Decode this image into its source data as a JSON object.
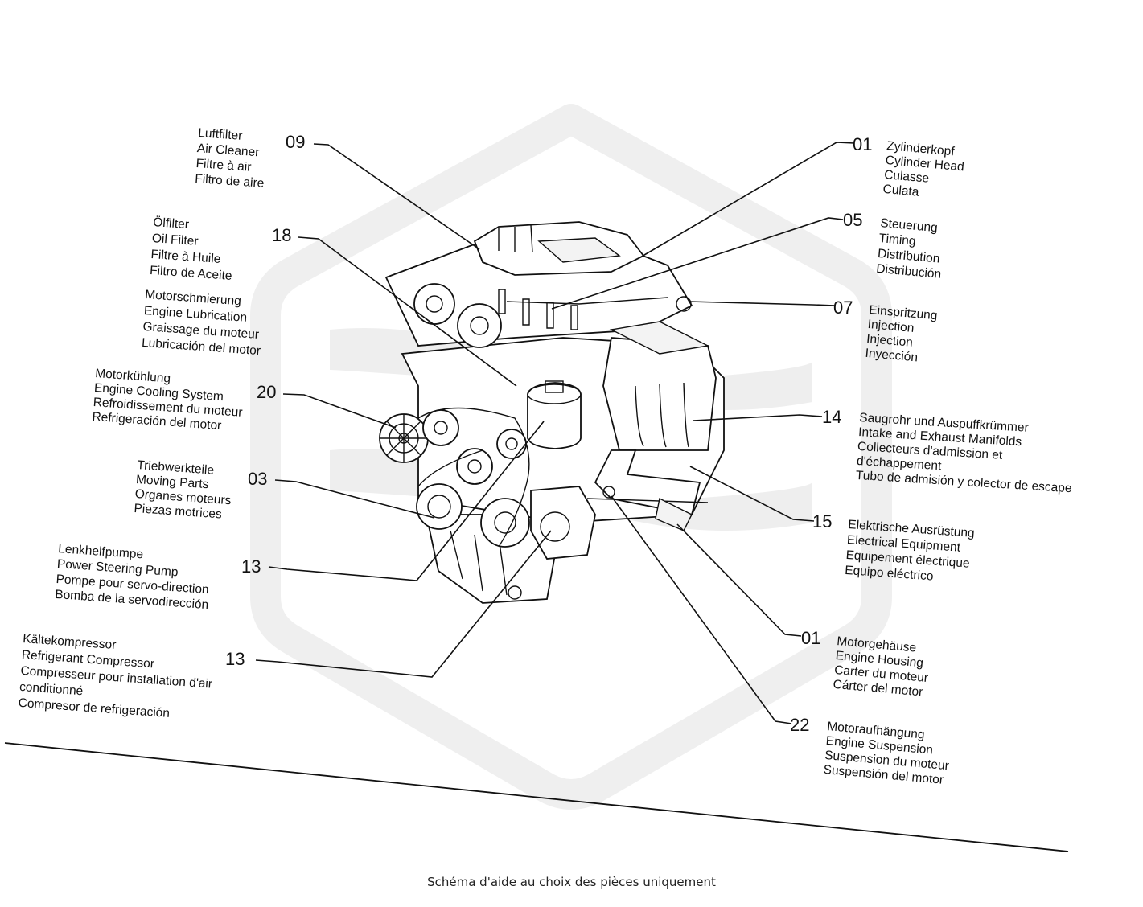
{
  "caption": "Schéma d'aide au choix des pièces uniquement",
  "parts": [
    {
      "id": "luftfilter",
      "number": "09",
      "lines": [
        "Luftfilter",
        "Air Cleaner",
        "Filtre à air",
        "Filtro de aire"
      ]
    },
    {
      "id": "oelfilter",
      "number": "18",
      "lines": [
        "Ölfilter",
        "Oil Filter",
        "Filtre à Huile",
        "Filtro de Aceite"
      ]
    },
    {
      "id": "schmierung",
      "number": "",
      "lines": [
        "Motorschmierung",
        "Engine Lubrication",
        "Graissage du moteur",
        "Lubricación del motor"
      ]
    },
    {
      "id": "kuehlung",
      "number": "20",
      "lines": [
        "Motorkühlung",
        "Engine Cooling System",
        "Refroidissement du moteur",
        "Refrigeración del motor"
      ]
    },
    {
      "id": "triebwerk",
      "number": "03",
      "lines": [
        "Triebwerkteile",
        "Moving Parts",
        "Organes moteurs",
        "Piezas motrices"
      ]
    },
    {
      "id": "lenkhelf",
      "number": "13",
      "lines": [
        "Lenkhelfpumpe",
        "Power Steering Pump",
        "Pompe pour servo-direction",
        "Bomba de la servodirección"
      ]
    },
    {
      "id": "kaelte",
      "number": "13",
      "lines": [
        "Kältekompressor",
        "Refrigerant Compressor",
        "Compresseur pour installation d'air",
        "conditionné",
        "Compresor de refrigeración"
      ]
    },
    {
      "id": "zylinderkopf",
      "number": "01",
      "lines": [
        "Zylinderkopf",
        "Cylinder Head",
        "Culasse",
        "Culata"
      ]
    },
    {
      "id": "steuerung",
      "number": "05",
      "lines": [
        "Steuerung",
        "Timing",
        "Distribution",
        "Distribución"
      ]
    },
    {
      "id": "einspritzung",
      "number": "07",
      "lines": [
        "Einspritzung",
        "Injection",
        "Injection",
        "Inyección"
      ]
    },
    {
      "id": "saugrohr",
      "number": "14",
      "lines": [
        "Saugrohr und Auspuffkrümmer",
        "Intake and Exhaust Manifolds",
        "Collecteurs d'admission et",
        "d'échappement",
        "Tubo de admisión y colector de escape"
      ]
    },
    {
      "id": "elektrik",
      "number": "15",
      "lines": [
        "Elektrische Ausrüstung",
        "Electrical Equipment",
        "Equipement électrique",
        "Equipo eléctrico"
      ]
    },
    {
      "id": "gehaeuse",
      "number": "01",
      "lines": [
        "Motorgehäuse",
        "Engine Housing",
        "Carter du moteur",
        "Cárter del motor"
      ]
    },
    {
      "id": "aufhaengung",
      "number": "22",
      "lines": [
        "Motoraufhängung",
        "Engine Suspension",
        "Suspension du moteur",
        "Suspensión del motor"
      ]
    }
  ]
}
